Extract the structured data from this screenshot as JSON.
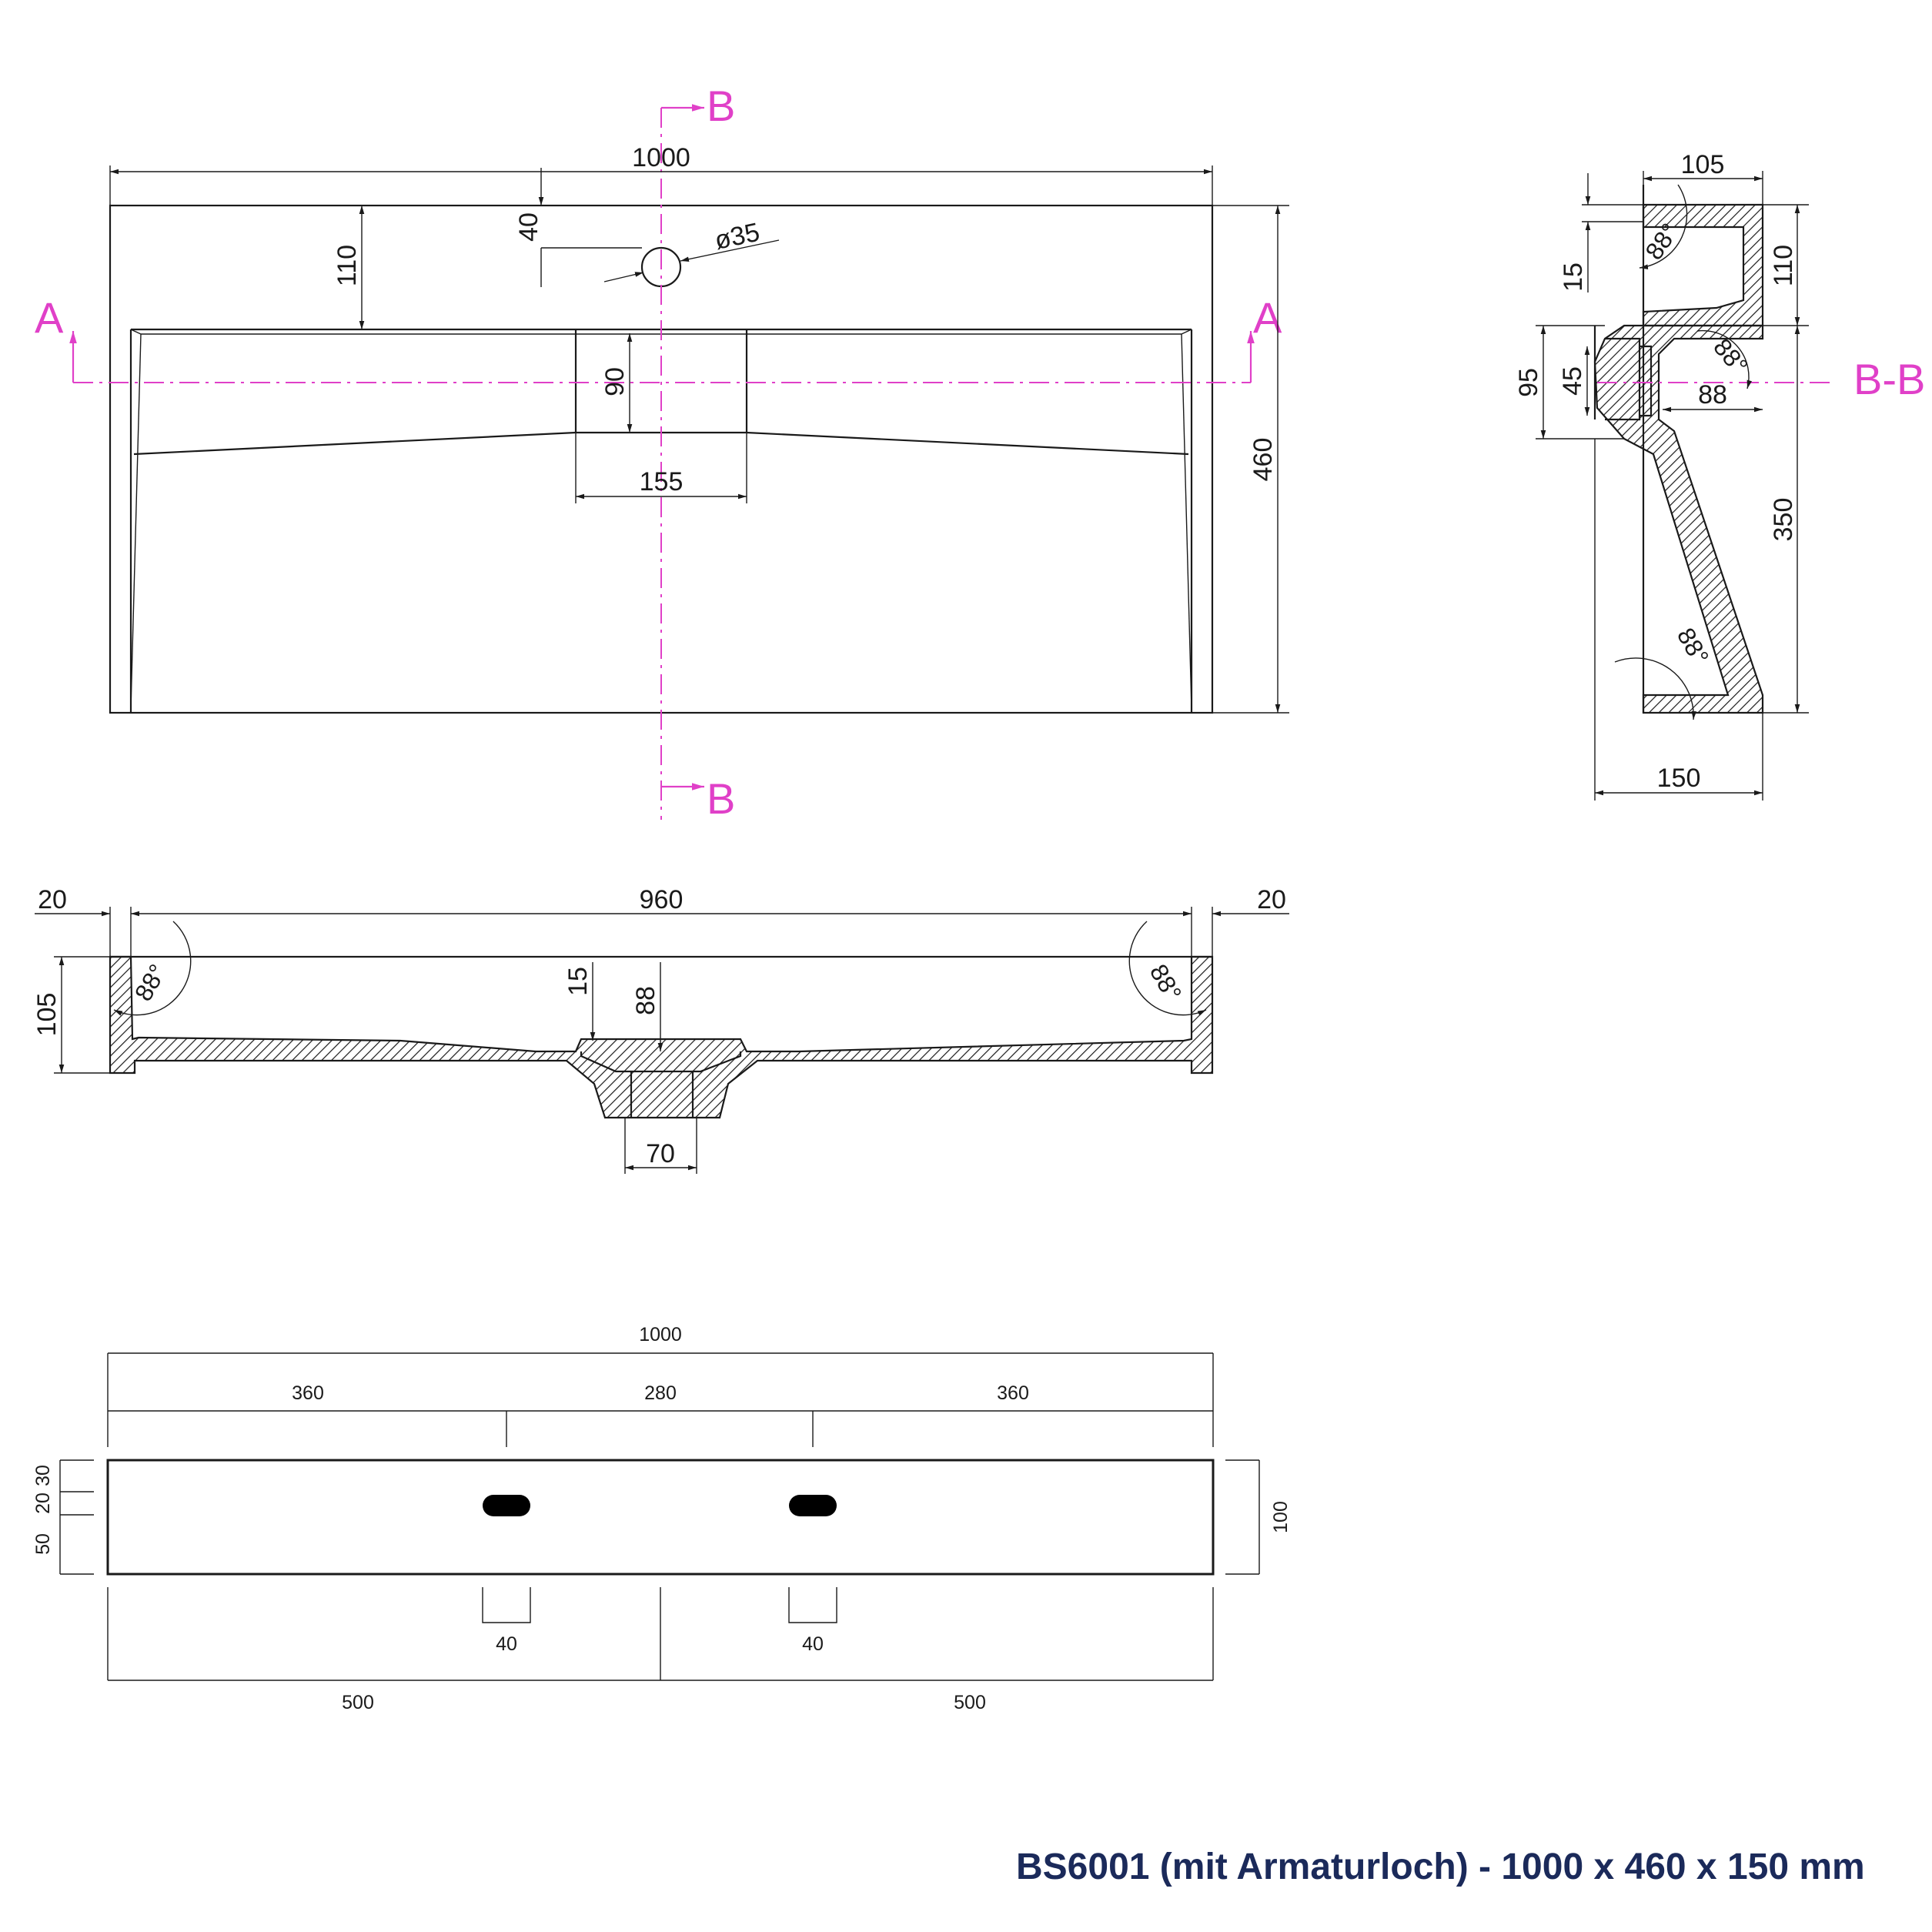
{
  "title": "BS6001 (mit Armaturloch) - 1000 x 460 x 150 mm",
  "colors": {
    "line": "#1a1a1a",
    "section": "#e040c8",
    "title": "#1b2a5a"
  },
  "top_view": {
    "width": "1000",
    "depth": "460",
    "faucet_offset": "110",
    "hole_edge": "40",
    "hole_diameter": "ø35",
    "channel_depth": "90",
    "channel_width": "155",
    "section_a": "A",
    "section_b": "B"
  },
  "front_section": {
    "inner_width": "960",
    "left_edge": "20",
    "right_edge": "20",
    "height": "105",
    "floor": "15",
    "drain_depth": "88",
    "drain_width": "70",
    "angle_left": "88°",
    "angle_right": "88°"
  },
  "side_section": {
    "top_width": "105",
    "top_height": "110",
    "lip": "15",
    "drain_height": "95",
    "drain_inner": "45",
    "drain_depth": "88",
    "lower_height": "350",
    "base_width": "150",
    "angle_top": "88°",
    "angle_mid": "88°",
    "angle_bottom": "88°",
    "label": "B-B"
  },
  "back_view": {
    "total": "1000",
    "segment_left": "360",
    "segment_mid": "280",
    "segment_right": "360",
    "v1": "30",
    "v2": "20",
    "v3": "50",
    "height": "100",
    "slot_left": "40",
    "slot_right": "40",
    "half_left": "500",
    "half_right": "500"
  }
}
